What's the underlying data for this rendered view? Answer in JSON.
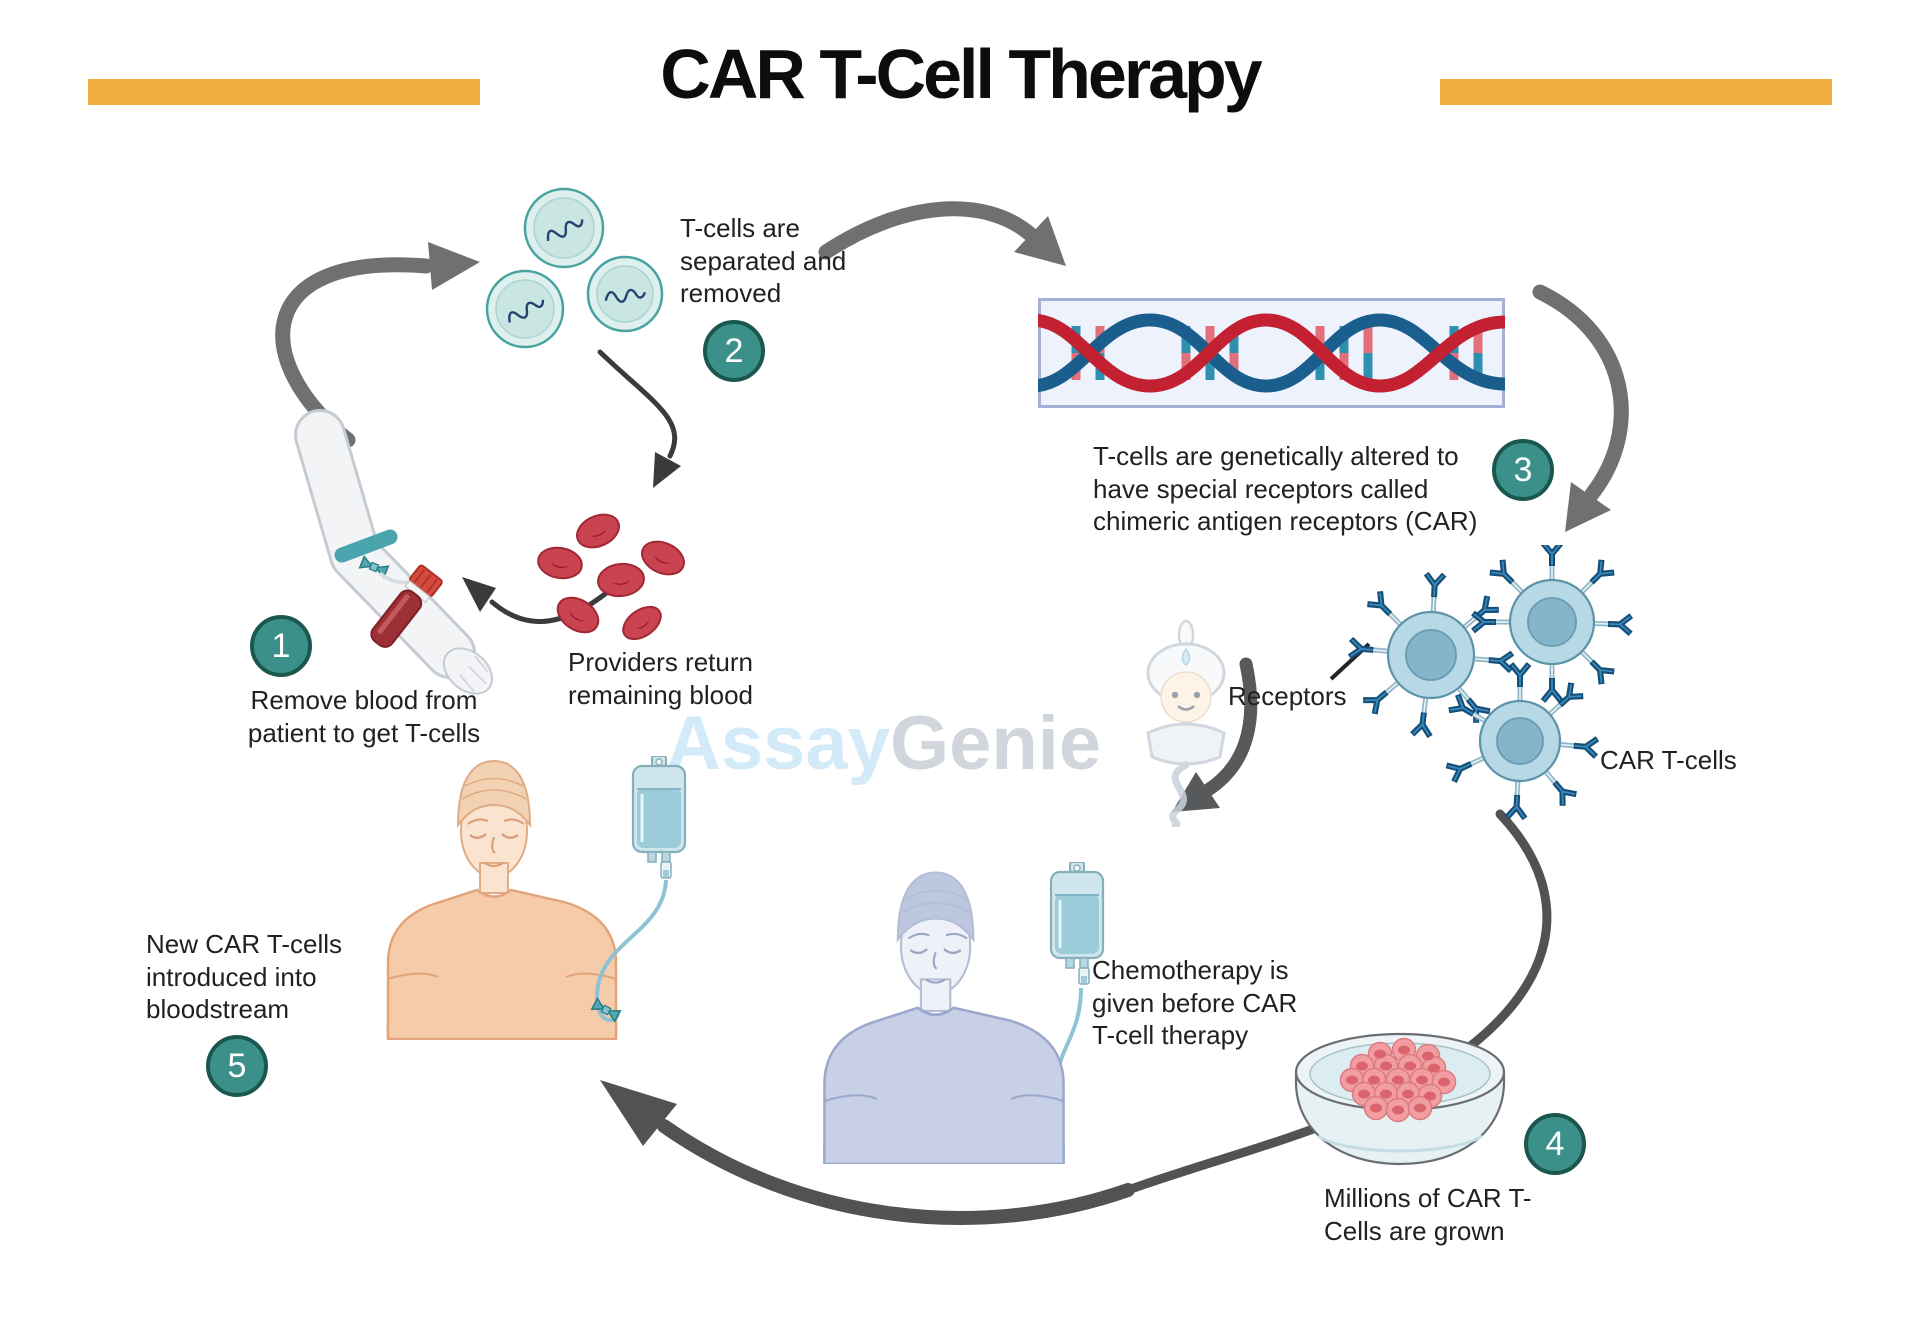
{
  "title": "CAR T-Cell Therapy",
  "watermark": {
    "part1": "Assay",
    "part2": "Genie"
  },
  "labels": {
    "receptors": "Receptors",
    "car_t_cells": "CAR T-cells",
    "chemo": "Chemotherapy is\ngiven before CAR\nT-cell therapy",
    "providers": "Providers return\nremaining blood"
  },
  "steps": [
    {
      "number": "1",
      "text": "Remove blood from\npatient to get T-cells"
    },
    {
      "number": "2",
      "text": "T-cells are\nseparated and\nremoved"
    },
    {
      "number": "3",
      "text": "T-cells are genetically altered to\nhave special receptors called\nchimeric antigen receptors (CAR)"
    },
    {
      "number": "4",
      "text": "Millions of CAR T-\nCells are grown"
    },
    {
      "number": "5",
      "text": "New CAR T-cells\nintroduced into\nbloodstream"
    }
  ],
  "colors": {
    "accent_teal_badge": "#3B9089",
    "bar_orange": "#F0AD3F",
    "arrow_gray": "#6F7072",
    "dna_red": "#C32032",
    "dna_blue": "#1A5E8D",
    "watermark_blue": "#CFE8F8",
    "watermark_gray": "#CCD2D9"
  }
}
